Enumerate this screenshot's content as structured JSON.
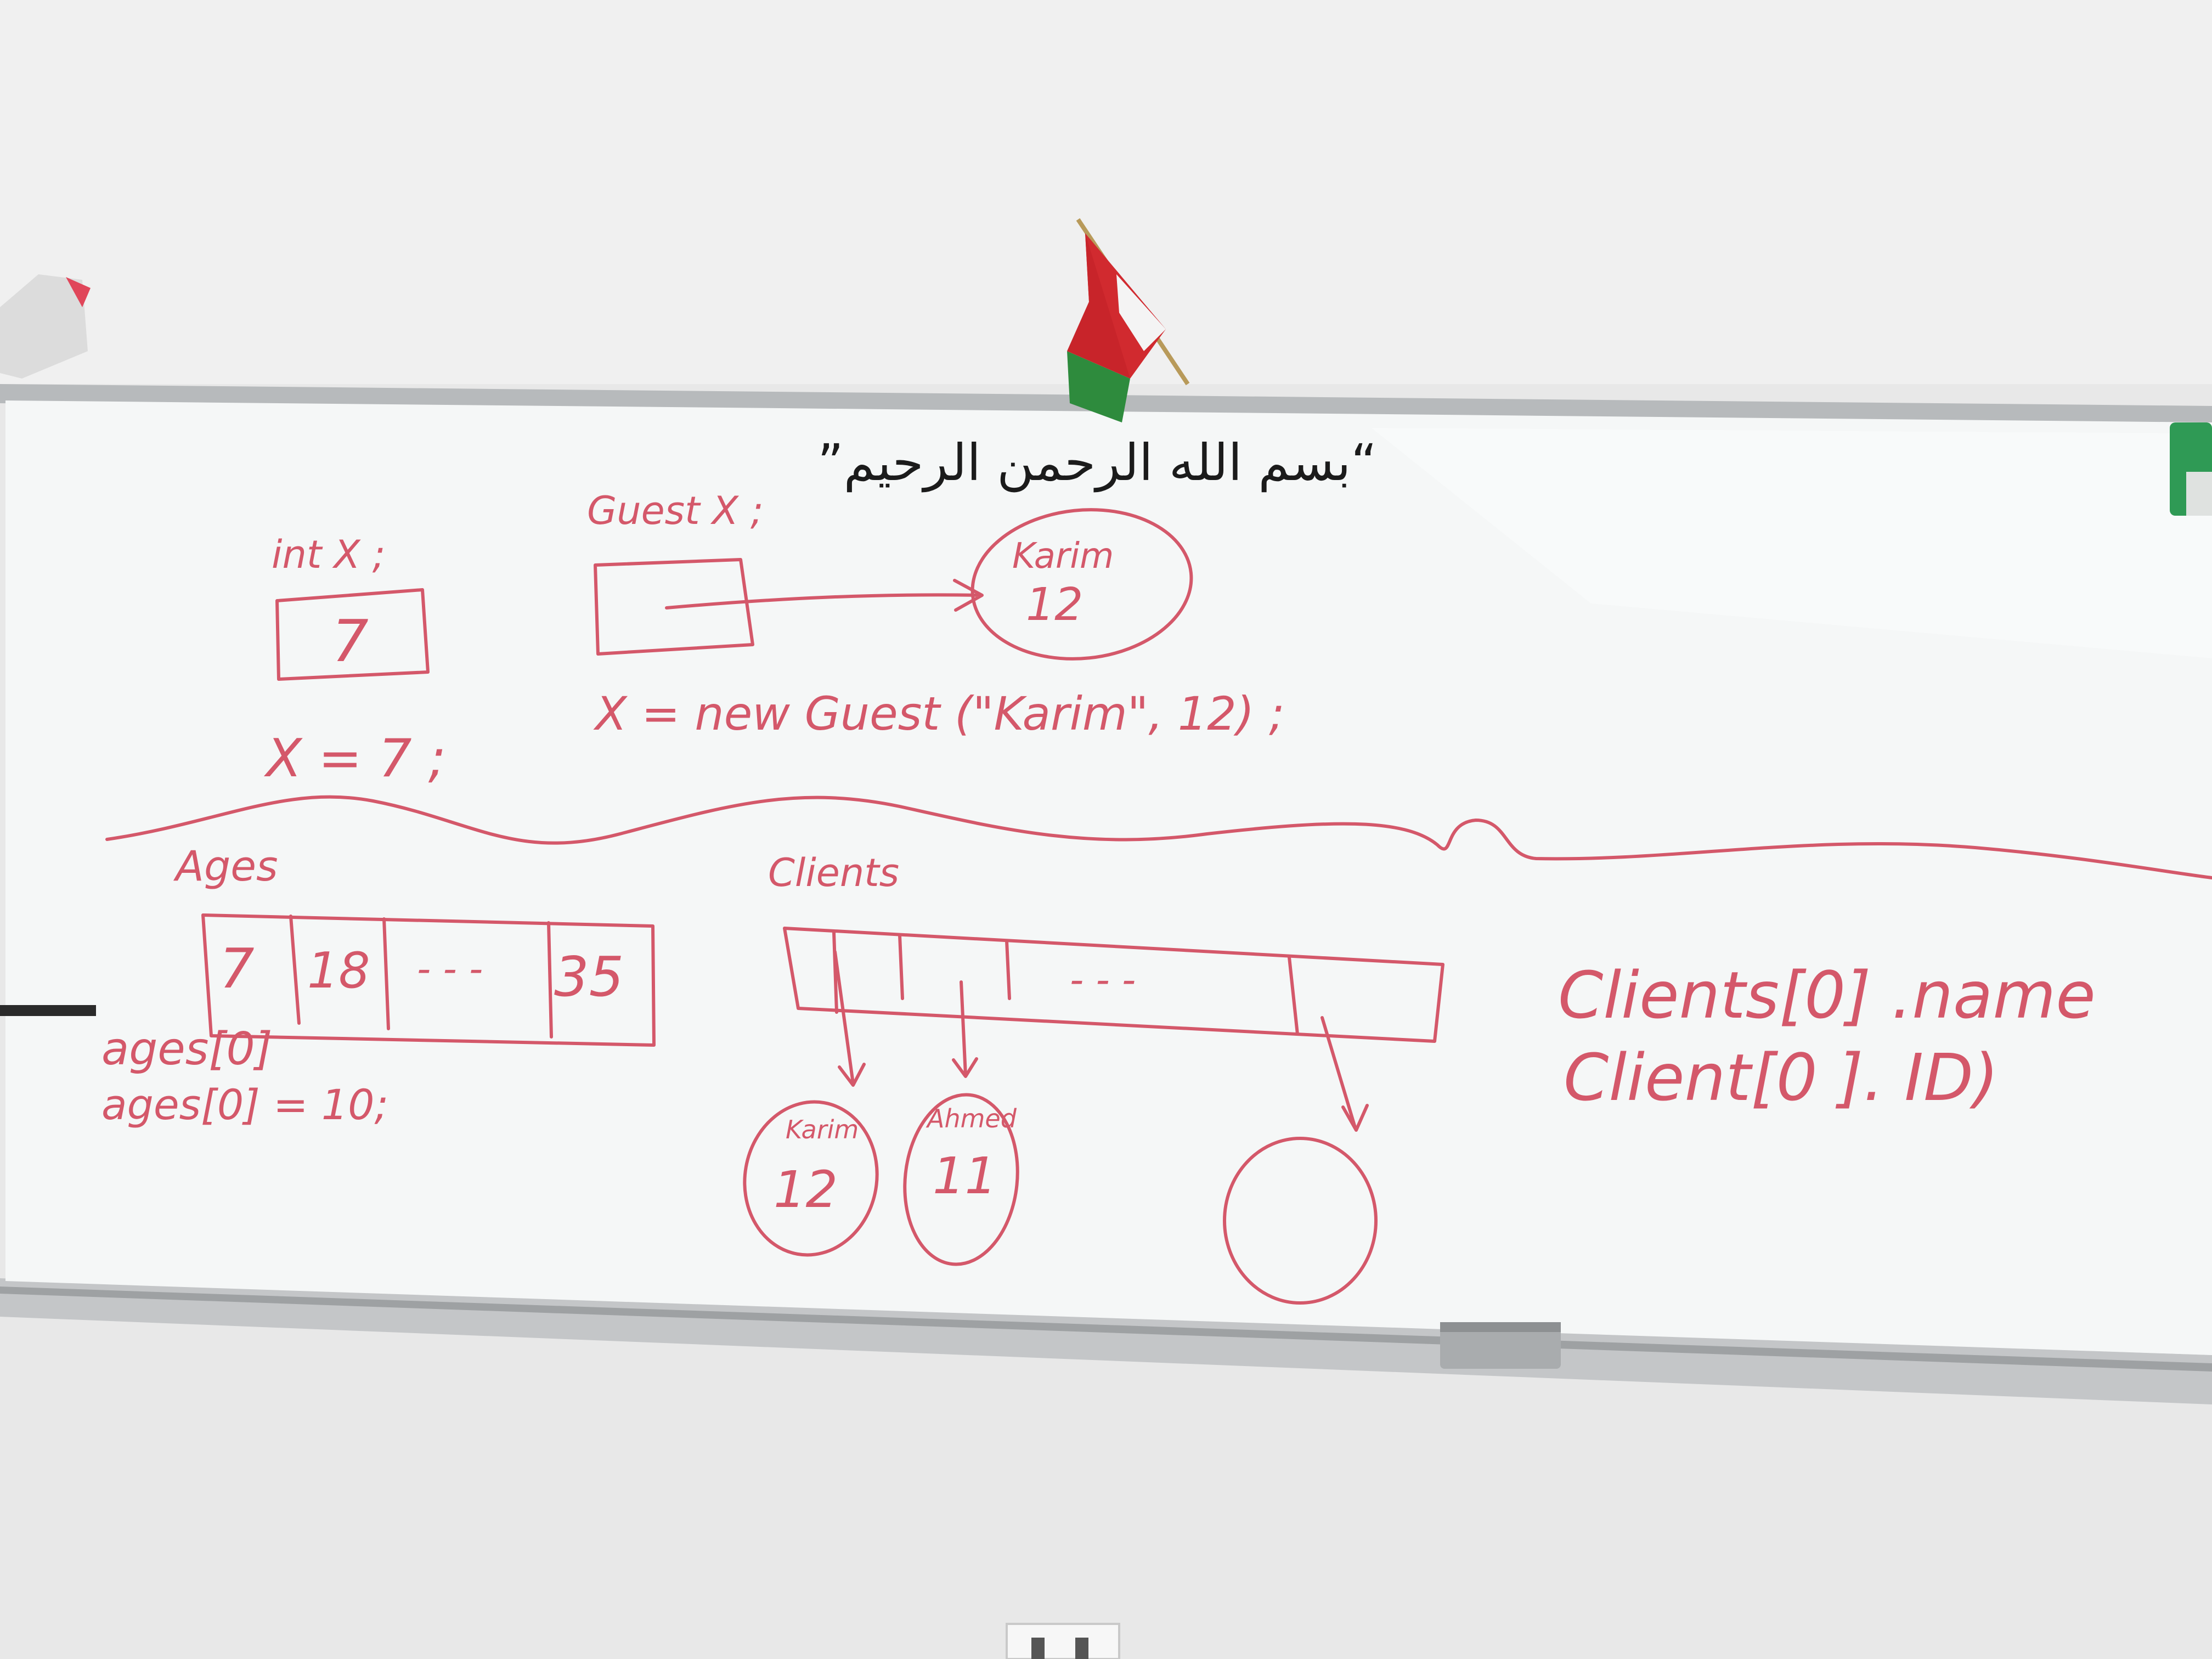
{
  "board": {
    "header_arabic": "“بسم الله الرحمن الرحيم”",
    "top_left": {
      "declaration": "int X ;",
      "box_value": "7",
      "assignment": "X = 7 ;"
    },
    "top_middle": {
      "declaration": "Guest X ;",
      "object_name": "Karim",
      "object_age": "12",
      "assignment": "X = new Guest (\"Karim\", 12) ;"
    },
    "ages_section": {
      "title": "Ages",
      "cells": [
        "7",
        "18",
        "- - -",
        "35"
      ],
      "access_1": "ages[0]",
      "access_2": "ages[0] = 10;"
    },
    "clients_section": {
      "title": "Clients",
      "ellipsis": "- - -",
      "objects": [
        {
          "name": "Karim",
          "value": "12"
        },
        {
          "name": "Ahmed",
          "value": "11"
        }
      ],
      "access_1": "Clients[0] .name",
      "access_2": "Client[0 ]. ID)"
    }
  },
  "colors": {
    "marker": "#d4586a",
    "wall": "#e9e9e9",
    "board": "#f7f8f8",
    "frame": "#bfc2c4",
    "flag_red": "#d12a2f",
    "flag_white": "#f4f4f4",
    "flag_green": "#2e8b3d"
  },
  "icons": [
    "oman-flag-icon",
    "marker-tray-icon",
    "wall-outlet-icon"
  ]
}
